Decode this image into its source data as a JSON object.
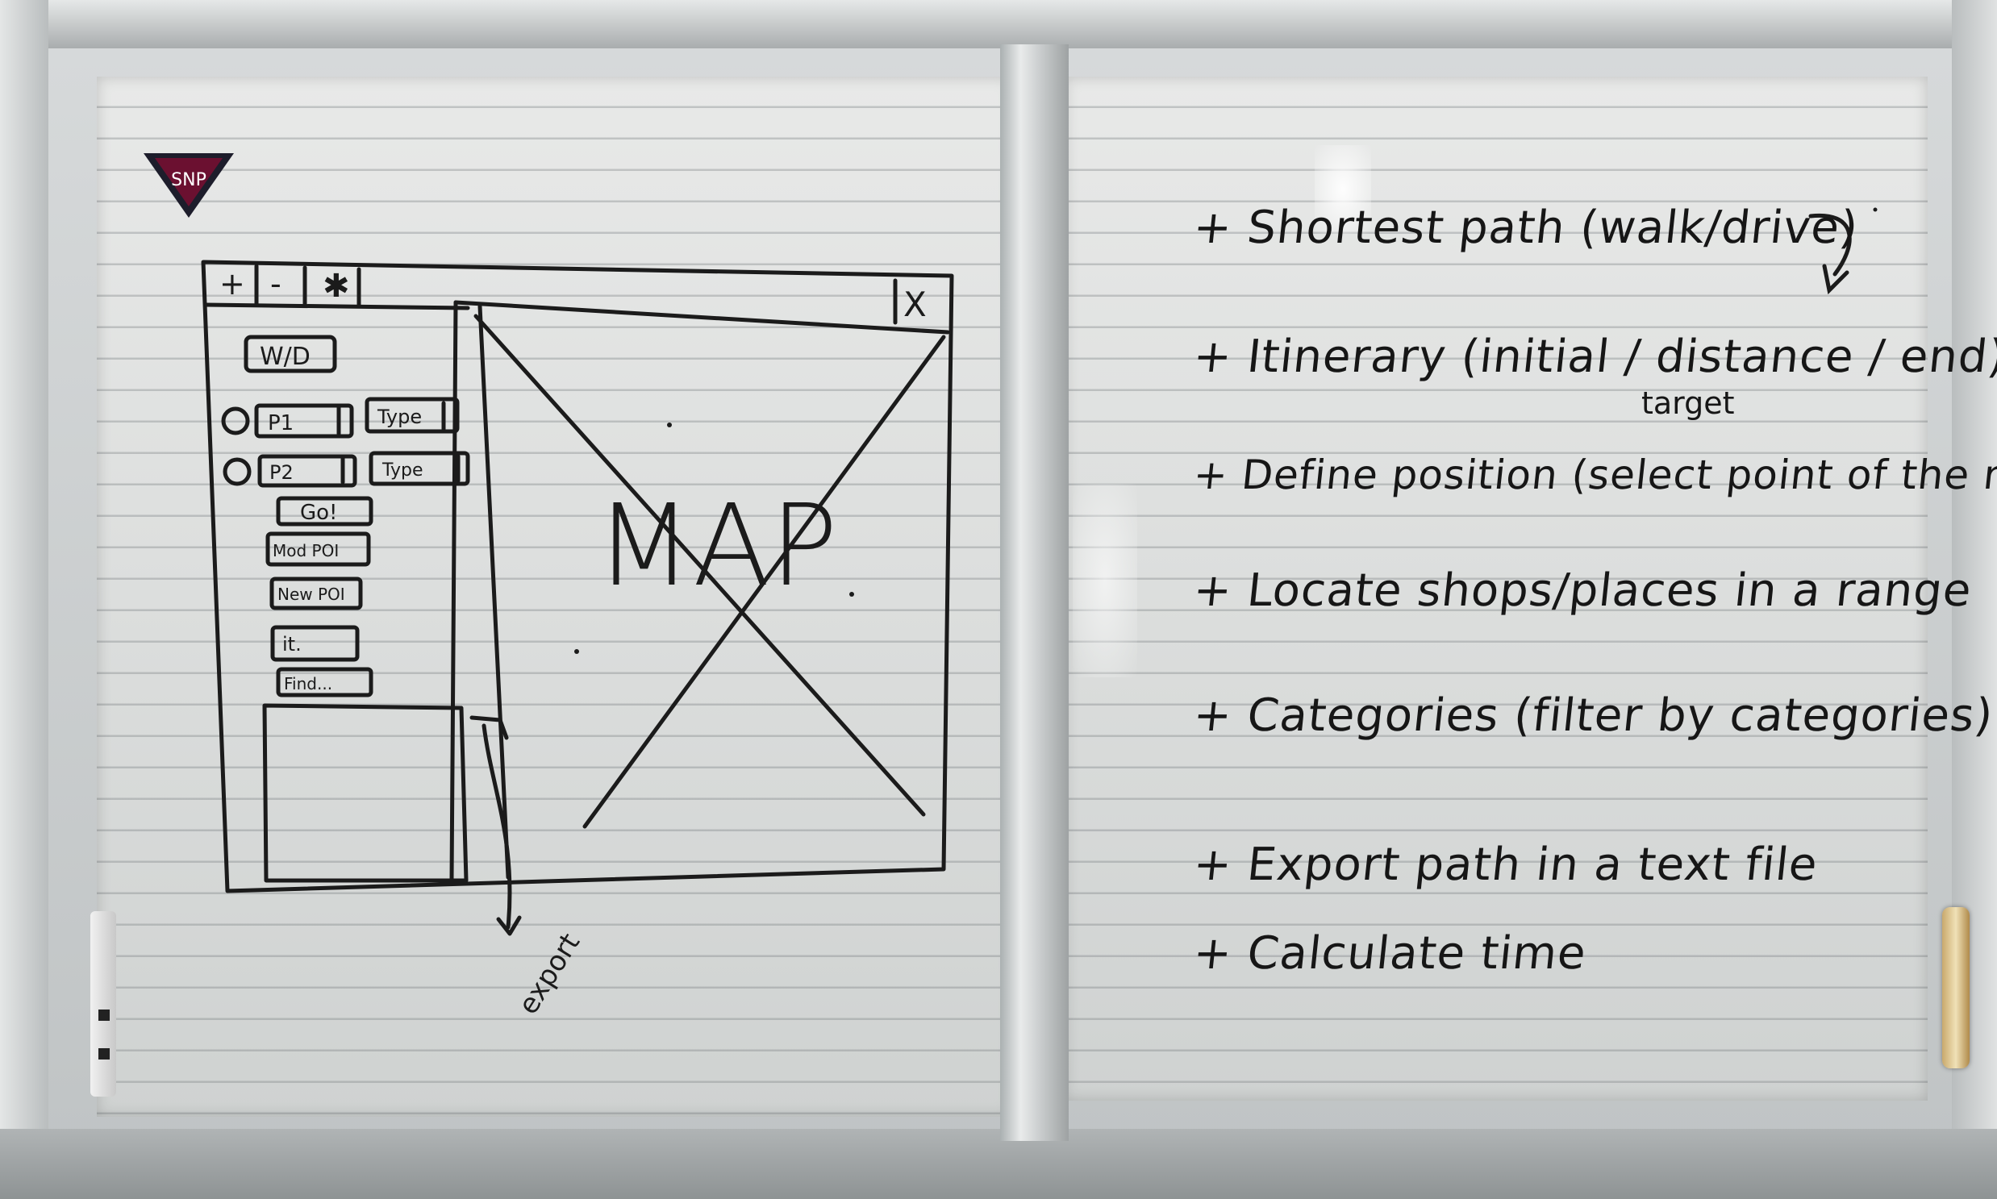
{
  "sketch": {
    "zoom_in": "+",
    "zoom_out": "-",
    "tool_icon": "asterisk-icon",
    "close": "X",
    "mode_button": "W/D",
    "point1_field": "P1",
    "point1_type": "Type",
    "point2_field": "P2",
    "point2_type": "Type",
    "go_button": "Go!",
    "mod_poi_button": "Mod POI",
    "new_poi_button": "New POI",
    "it_button": "it.",
    "find_button": "Find...",
    "map_label": "MAP",
    "export_note": "export"
  },
  "logo_text": "SNP",
  "list": {
    "items": [
      "+ Shortest path (walk/drive)",
      "+ Itinerary (initial / distance / end)",
      "+ Define position (select point of the map)",
      "+ Locate shops/places in a range",
      "+ Categories (filter by categories)",
      "+ Export path in a text file",
      "+ Calculate time"
    ],
    "sub_note": "target"
  },
  "colors": {
    "marker": "#1b1b1b",
    "board": "#e0e2e1",
    "frame": "#c2c6c7",
    "handle": "#d8c08a"
  }
}
